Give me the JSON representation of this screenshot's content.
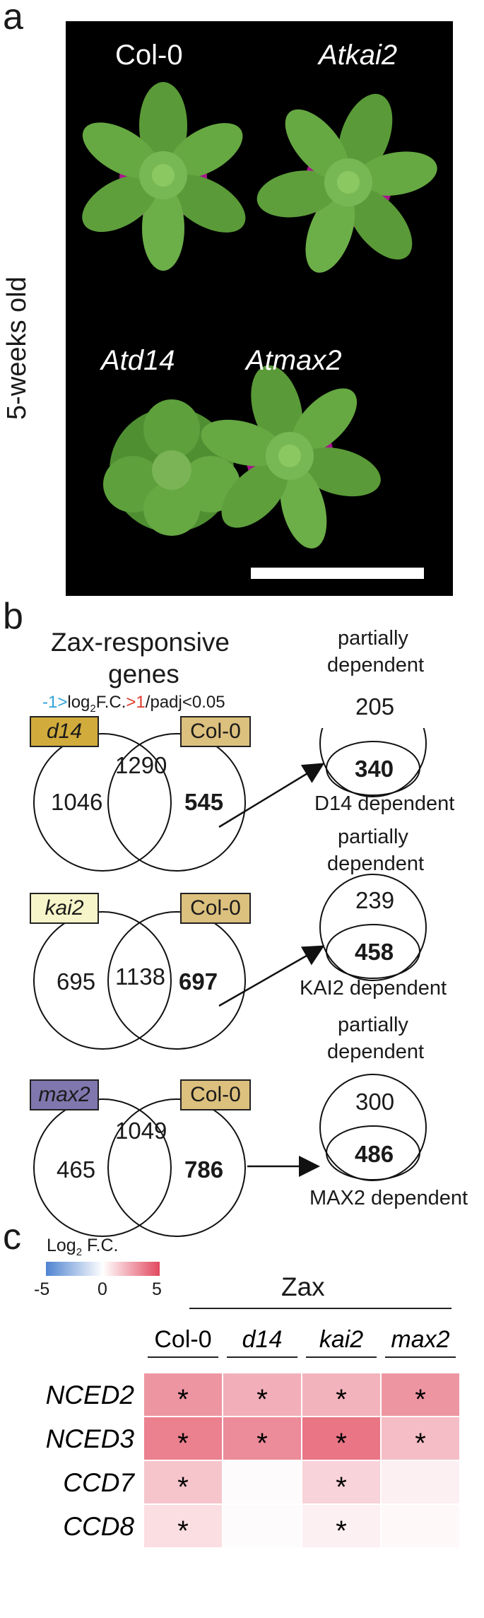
{
  "panel_a": {
    "letter": "a",
    "side_label": "5-weeks old",
    "labels": {
      "col0": "Col-0",
      "atkai2": "Atkai2",
      "atd14": "Atd14",
      "atmax2": "Atmax2"
    }
  },
  "panel_b": {
    "letter": "b",
    "title_line1": "Zax-responsive",
    "title_line2": "genes",
    "criteria": {
      "neg": "-1>",
      "mid_a": "log",
      "sub": "2",
      "mid_b": "F.C.",
      "pos": ">1",
      "tail": "/padj<0.05"
    },
    "venns": [
      {
        "mutant": "d14",
        "wt": "Col-0",
        "left": "1046",
        "overlap": "1290",
        "right": "545",
        "mutant_color": "#d1ab3b",
        "partial_label_1": "partially",
        "partial_label_2": "dependent",
        "partial": "205",
        "dependent": "340",
        "dependent_label": "D14 dependent"
      },
      {
        "mutant": "kai2",
        "wt": "Col-0",
        "left": "695",
        "overlap": "1138",
        "right": "697",
        "mutant_color": "#f6f5c9",
        "partial_label_1": "partially",
        "partial_label_2": "dependent",
        "partial": "239",
        "dependent": "458",
        "dependent_label": "KAI2 dependent"
      },
      {
        "mutant": "max2",
        "wt": "Col-0",
        "left": "465",
        "overlap": "1049",
        "right": "786",
        "mutant_color": "#7f77ad",
        "partial_label_1": "partially",
        "partial_label_2": "dependent",
        "partial": "300",
        "dependent": "486",
        "dependent_label": "MAX2 dependent"
      }
    ],
    "wt_color": "#dcc07e"
  },
  "panel_c": {
    "letter": "c",
    "legend_title": "Log",
    "legend_sub": "2",
    "legend_title_end": " F.C.",
    "legend_ticks": [
      "-5",
      "0",
      "5"
    ],
    "group_label": "Zax",
    "chart_data": {
      "type": "heatmap",
      "columns": [
        "Col-0",
        "d14",
        "kai2",
        "max2"
      ],
      "rows": [
        "NCED2",
        "NCED3",
        "CCD7",
        "CCD8"
      ],
      "values": [
        [
          2.9,
          2.2,
          2.1,
          2.9
        ],
        [
          3.5,
          3.2,
          3.8,
          1.8
        ],
        [
          1.6,
          0.1,
          1.2,
          0.4
        ],
        [
          0.9,
          0.1,
          0.4,
          0.2
        ]
      ],
      "significance": [
        [
          "*",
          "*",
          "*",
          "*"
        ],
        [
          "*",
          "*",
          "*",
          "*"
        ],
        [
          "*",
          "",
          "*",
          ""
        ],
        [
          "*",
          "",
          "*",
          ""
        ]
      ],
      "color_range": [
        -5,
        5
      ],
      "colors": {
        "low": "#4f83d1",
        "mid": "#ffffff",
        "high": "#e2495f"
      }
    }
  }
}
